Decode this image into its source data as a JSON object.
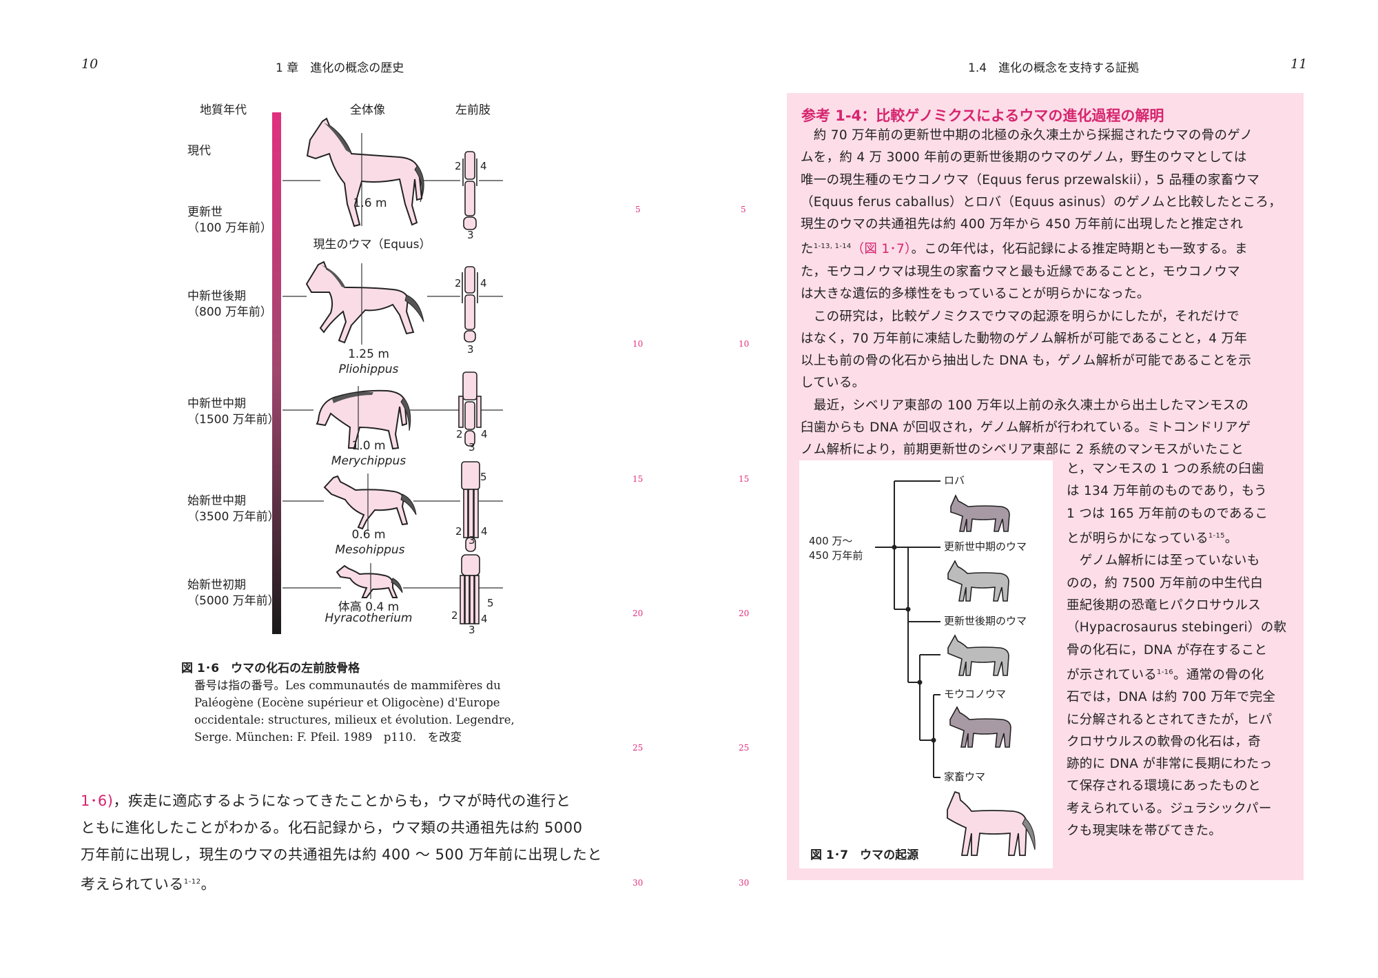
{
  "left_page": {
    "page_number": "10",
    "running_head": "1 章　進化の概念の歴史",
    "figure": {
      "column_headers": [
        "地質年代",
        "全体像",
        "左前肢"
      ],
      "eras": [
        {
          "name": "現代",
          "sub": ""
        },
        {
          "name": "更新世",
          "sub": "（100 万年前）"
        },
        {
          "name": "中新世後期",
          "sub": "（800 万年前）"
        },
        {
          "name": "中新世中期",
          "sub": "（1500 万年前）"
        },
        {
          "name": "始新世中期",
          "sub": "（3500 万年前）"
        },
        {
          "name": "始新世初期",
          "sub": "（5000 万年前）"
        }
      ],
      "horses": [
        {
          "size": "1.6 m",
          "name": "現生のウマ（Equus）",
          "digits": {
            "left": "2",
            "right": "4",
            "bottom": "3"
          }
        },
        {
          "size": "1.25 m",
          "name": "Pliohippus",
          "digits": {
            "left": "2",
            "right": "4",
            "bottom": "3"
          }
        },
        {
          "size": "1.0 m",
          "name": "Merychippus",
          "digits": {
            "left": "2",
            "right": "4",
            "bottom": "3"
          }
        },
        {
          "size": "0.6 m",
          "name": "Mesohippus",
          "digits": {
            "left": "2",
            "right": "4",
            "bottom": "3",
            "extra": "5"
          }
        },
        {
          "size": "体高 0.4 m",
          "name": "Hyracotherium",
          "digits": {
            "left": "2",
            "right": "4",
            "bottom": "3",
            "extra": "5"
          }
        }
      ],
      "caption_title": "図 1･6　ウマの化石の左前肢骨格",
      "caption_lines": [
        "番号は指の番号。Les communautés de mammifères du",
        "Paléogène (Eocène supérieur et Oligocène) d'Europe",
        "occidentale: structures, milieux et évolution. Legendre,",
        "Serge. München: F. Pfeil. 1989　p110.　を改変"
      ]
    },
    "body": {
      "ref": "1･6)",
      "line1_rest": "，疾走に適応するようになってきたことからも，ウマが時代の進行と",
      "line2": "ともに進化したことがわかる。化石記録から，ウマ類の共通祖先は約 5000",
      "line3": "万年前に出現し，現生のウマの共通祖先は約 400 ～ 500 万年前に出現したと",
      "line4_text": "考えられている",
      "line4_sup": "1-12",
      "line4_end": "。"
    },
    "line_numbers": [
      "5",
      "10",
      "15",
      "20",
      "25",
      "30"
    ]
  },
  "right_page": {
    "page_number": "11",
    "running_head": "1.4　進化の概念を支持する証拠",
    "line_numbers": [
      "5",
      "10",
      "15",
      "20",
      "25",
      "30"
    ],
    "box": {
      "title": "参考 1-4：比較ゲノミクスによるウマの進化過程の解明",
      "p1": [
        "　約 70 万年前の更新世中期の北極の永久凍土から採掘されたウマの骨のゲノ",
        "ムを，約 4 万 3000 年前の更新世後期のウマのゲノム，野生のウマとしては",
        "唯一の現生種のモウコノウマ（Equus ferus przewalskii），5 品種の家畜ウマ",
        "（Equus ferus caballus）とロバ（Equus asinus）のゲノムと比較したところ，",
        "現生のウマの共通祖先は約 400 万年から 450 万年前に出現したと推定され"
      ],
      "p1_last_pre": "た",
      "p1_last_sup": "1-13, 1-14",
      "p1_last_ref": "（図 1･7）",
      "p1_last_post": "。この年代は，化石記録による推定時期とも一致する。ま",
      "p1_rest": [
        "た，モウコノウマは現生の家畜ウマと最も近縁であることと，モウコノウマ",
        "は大きな遺伝的多様性をもっていることが明らかになった。"
      ],
      "p2": [
        "　この研究は，比較ゲノミクスでウマの起源を明らかにしたが，それだけで",
        "はなく，70 万年前に凍結した動物のゲノム解析が可能であることと，4 万年",
        "以上も前の骨の化石から抽出した DNA も，ゲノム解析が可能であることを示",
        "している。"
      ],
      "p3": [
        "　最近，シベリア東部の 100 万年以上前の永久凍土から出土したマンモスの",
        "臼歯からも DNA が回収され，ゲノム解析が行われている。ミトコンドリアゲ",
        "ノム解析により，前期更新世のシベリア東部に 2 系統のマンモスがいたこと"
      ],
      "side": [
        "と，マンモスの 1 つの系統の臼歯",
        "は 134 万年前のものであり，もう",
        "1 つは 165 万年前のものであるこ"
      ],
      "side_sup_line_pre": "とが明らかになっている",
      "side_sup": "1-15",
      "side_sup_line_post": "。",
      "side2": [
        "　ゲノム解析には至っていないも",
        "のの，約 7500 万年前の中生代白",
        "亜紀後期の恐竜ヒパクロサウルス",
        "（Hypacrosaurus stebingeri）の軟",
        "骨の化石に，DNA が存在すること"
      ],
      "side2_sup_line_pre": "が示されている",
      "side2_sup": "1-16",
      "side2_sup_line_post": "。通常の骨の化",
      "side3": [
        "石では，DNA は約 700 万年で完全",
        "に分解されるとされてきたが，ヒパ",
        "クロサウルスの軟骨の化石は，奇",
        "跡的に DNA が非常に長期にわたっ",
        "て保存される環境にあったものと",
        "考えられている。ジュラシックパー",
        "クも現実味を帯びてきた。"
      ],
      "tree": {
        "root_label_1": "400 万～",
        "root_label_2": "450 万年前",
        "leaves": [
          "ロバ",
          "更新世中期のウマ",
          "更新世後期のウマ",
          "モウコノウマ",
          "家畜ウマ"
        ],
        "caption": "図 1･7　ウマの起源"
      }
    }
  },
  "colors": {
    "accent_pink": "#d6246e",
    "box_background": "#fcdde8",
    "horse_fill": "#f9dce6",
    "grey_horse": "#b9b9b9"
  }
}
